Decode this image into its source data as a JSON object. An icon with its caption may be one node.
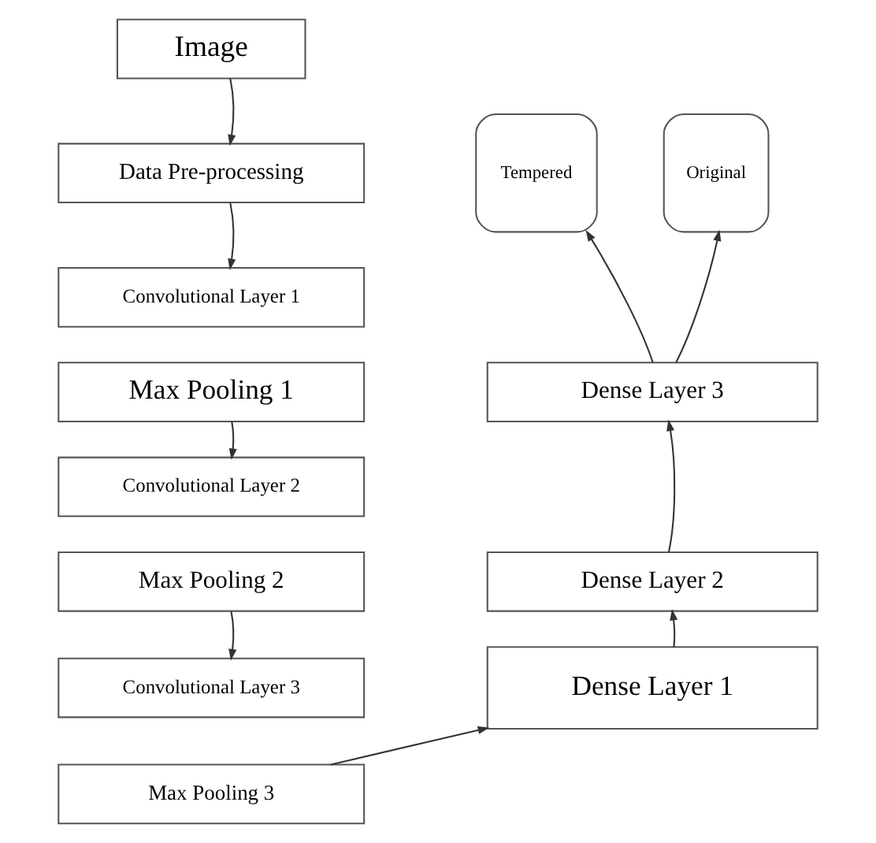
{
  "diagram": {
    "nodes": [
      {
        "text": [
          "Image"
        ]
      },
      {
        "text": [
          "Data Pre-processing"
        ]
      },
      {
        "text": [
          "Convolutional Layer 1"
        ]
      },
      {
        "text": [
          "Max Pooling 1"
        ]
      },
      {
        "text": [
          "Convolutional Layer 2"
        ]
      },
      {
        "text": [
          "Max Pooling 2"
        ]
      },
      {
        "text": [
          "Convolutional Layer 3"
        ]
      },
      {
        "text": [
          "Max Pooling 3"
        ]
      },
      {
        "text": [
          "Dense Layer 1"
        ]
      },
      {
        "text": [
          "Dense Layer 2"
        ]
      },
      {
        "text": [
          "Dense Layer 3"
        ]
      },
      {
        "text": [
          "Tempered"
        ]
      },
      {
        "text": [
          "Original"
        ]
      }
    ],
    "edges": [
      {
        "from": 0,
        "to": 1,
        "arrow": "to"
      },
      {
        "from": 1,
        "to": 2,
        "arrow": "to"
      },
      {
        "from": 3,
        "to": 4,
        "arrow": "to"
      },
      {
        "from": 5,
        "to": 6,
        "arrow": "to"
      },
      {
        "from": 7,
        "to": 8,
        "arrow": "to"
      },
      {
        "from": 8,
        "to": 9,
        "arrow": "to"
      },
      {
        "from": 9,
        "to": 10,
        "arrow": "to"
      },
      {
        "from": 10,
        "to": 11,
        "arrow": "to"
      },
      {
        "from": 10,
        "to": 12,
        "arrow": "to"
      }
    ]
  }
}
